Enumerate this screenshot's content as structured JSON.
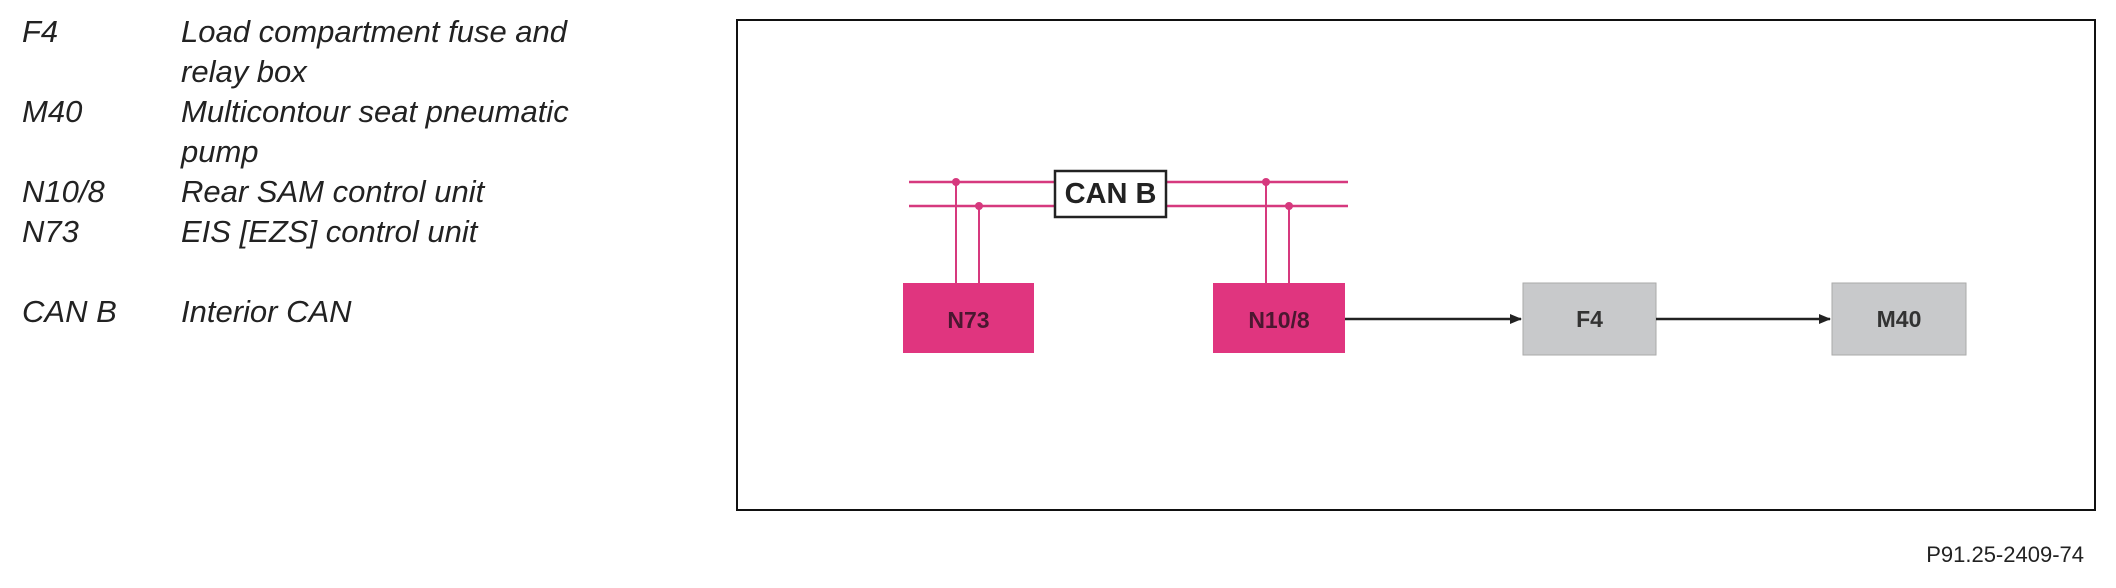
{
  "legend": [
    {
      "code": "F4",
      "description": "Load compartment fuse and relay box"
    },
    {
      "code": "M40",
      "description": "Multicontour seat pneumatic pump"
    },
    {
      "code": "N10/8",
      "description": "Rear SAM control unit"
    },
    {
      "code": "N73",
      "description": "EIS [EZS] control unit"
    },
    {
      "code": "CAN B",
      "description": "Interior CAN"
    }
  ],
  "diagram": {
    "bus_label": "CAN B",
    "nodes": {
      "n73": "N73",
      "n10_8": "N10/8",
      "f4": "F4",
      "m40": "M40"
    }
  },
  "colors": {
    "control_unit_fill": "#e0357f",
    "bus_line": "#d6397e",
    "component_fill": "#c8c9cb",
    "arrow": "#222222"
  },
  "figure_id": "P91.25-2409-74"
}
